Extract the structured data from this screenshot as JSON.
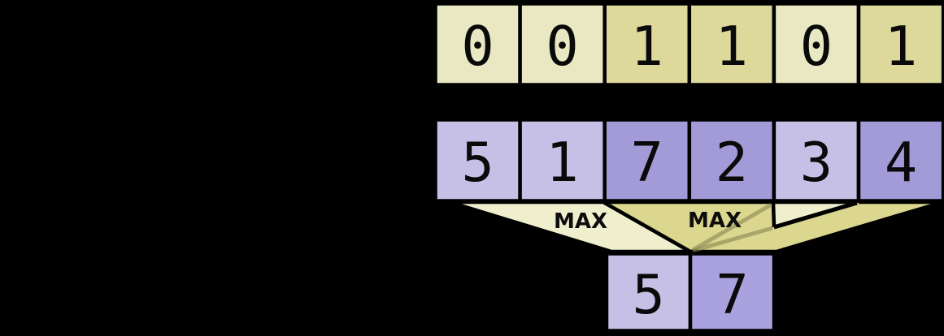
{
  "mask_row": {
    "cells": [
      {
        "value": "0",
        "active": false
      },
      {
        "value": "0",
        "active": false
      },
      {
        "value": "1",
        "active": true
      },
      {
        "value": "1",
        "active": true
      },
      {
        "value": "0",
        "active": false
      },
      {
        "value": "1",
        "active": true
      }
    ]
  },
  "value_row": {
    "cells": [
      {
        "value": "5",
        "selected": false
      },
      {
        "value": "1",
        "selected": false
      },
      {
        "value": "7",
        "selected": true
      },
      {
        "value": "2",
        "selected": true
      },
      {
        "value": "3",
        "selected": false
      },
      {
        "value": "4",
        "selected": true
      }
    ]
  },
  "operations": {
    "left_label": "MAX",
    "right_label": "MAX"
  },
  "result_row": {
    "cells": [
      {
        "value": "5"
      },
      {
        "value": "7"
      }
    ]
  },
  "colors": {
    "background": "#000000",
    "mask_cell_off": "#e9e8c3",
    "mask_cell_on": "#dcd99b",
    "value_cell_unselected": "#c6c0e6",
    "value_cell_selected": "#a29bd7",
    "result_cell_left": "#c6c0e6",
    "result_cell_right": "#a9a2de",
    "funnel_left": "#f0efcd",
    "funnel_right": "#dbd78f",
    "outline": "#000000"
  }
}
